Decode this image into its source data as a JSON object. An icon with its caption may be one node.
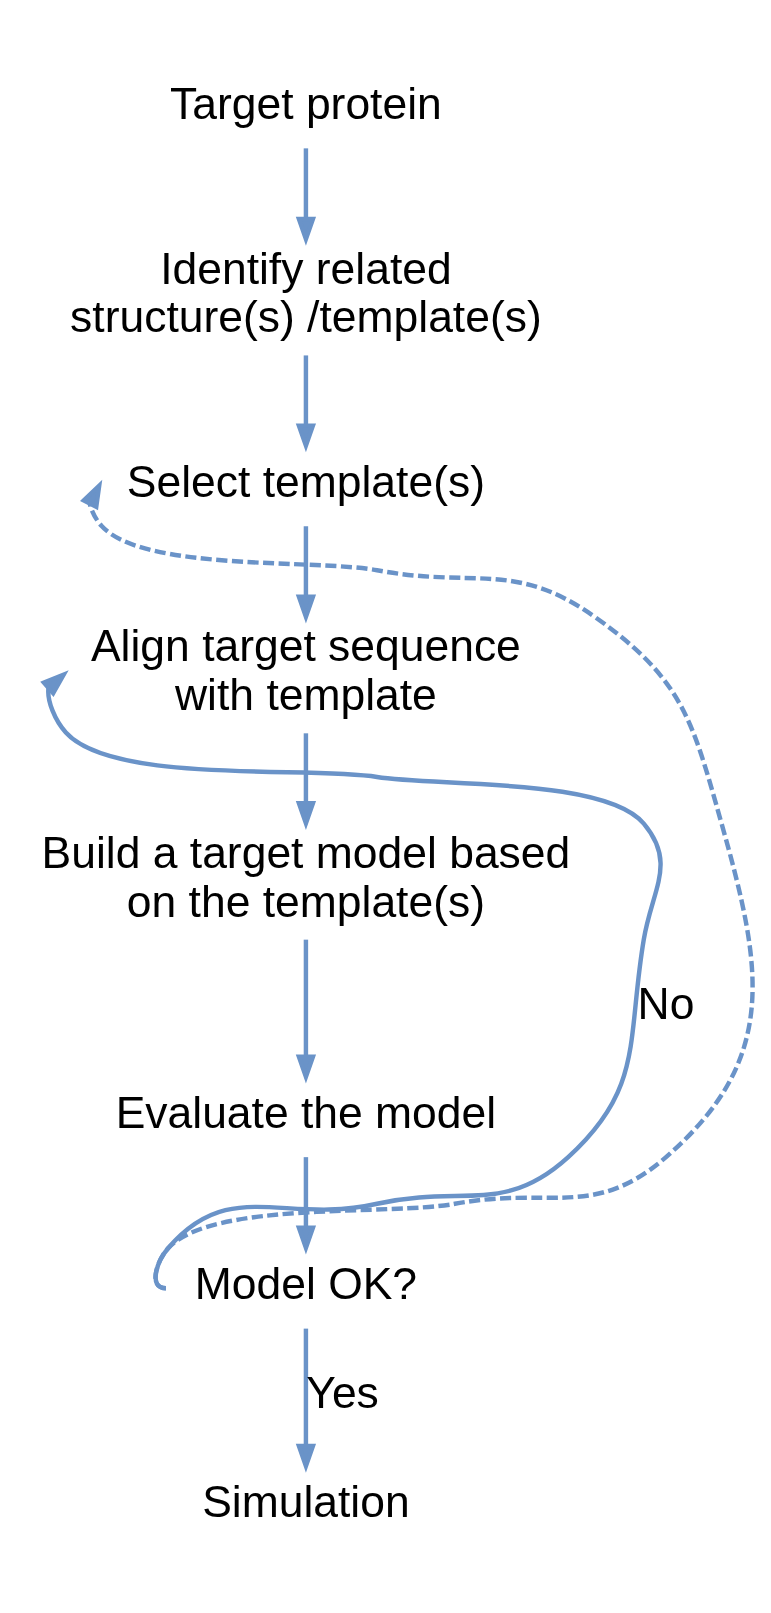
{
  "diagram": {
    "nodes": [
      {
        "text": [
          "Target protein"
        ]
      },
      {
        "text": [
          "Identify related structure(s) /template(s)"
        ]
      },
      {
        "text": [
          "Select template(s)"
        ]
      },
      {
        "text": [
          "Align target sequence with template"
        ]
      },
      {
        "text": [
          "Build a target model based on the template(s)"
        ]
      },
      {
        "text": [
          "Evaluate the model"
        ]
      },
      {
        "text": [
          "Model OK?"
        ]
      },
      {
        "text": [
          "Simulation"
        ]
      }
    ],
    "edges": [
      {
        "from": 0,
        "to": 1,
        "arrow": "to"
      },
      {
        "from": 1,
        "to": 2,
        "arrow": "to"
      },
      {
        "from": 2,
        "to": 3,
        "arrow": "to"
      },
      {
        "from": 3,
        "to": 4,
        "arrow": "to"
      },
      {
        "from": 4,
        "to": 5,
        "arrow": "to"
      },
      {
        "from": 5,
        "to": 6,
        "arrow": "to"
      },
      {
        "from": 6,
        "to": 7,
        "label": "Yes",
        "arrow": "to"
      },
      {
        "from": 6,
        "to": 3,
        "label": "No",
        "arrow": "to"
      },
      {
        "from": 6,
        "to": 2,
        "arrow": "to",
        "style": "dashed"
      }
    ]
  }
}
